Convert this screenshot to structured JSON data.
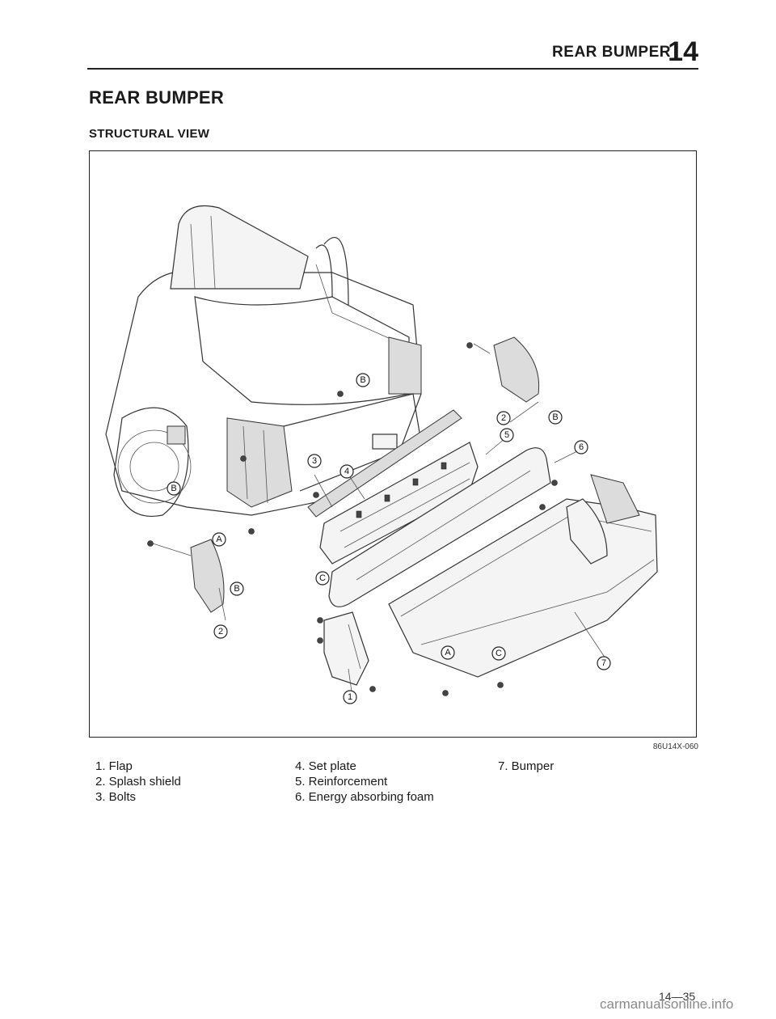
{
  "header": {
    "running_title": "REAR BUMPER",
    "chapter_number": "14"
  },
  "section": {
    "title": "REAR BUMPER",
    "subtitle": "STRUCTURAL VIEW"
  },
  "figure": {
    "code": "86U14X-060",
    "callouts": {
      "n1": "1",
      "n2": "2",
      "n3": "3",
      "n4": "4",
      "n5": "5",
      "n6": "6",
      "n7": "7",
      "A": "A",
      "B": "B",
      "C": "C"
    }
  },
  "legend": {
    "col1": [
      "1. Flap",
      "2. Splash shield",
      "3. Bolts"
    ],
    "col2": [
      "4. Set plate",
      "5. Reinforcement",
      "6. Energy absorbing foam"
    ],
    "col3": [
      "7. Bumper"
    ]
  },
  "footer": {
    "page_number": "14—35",
    "watermark": "carmanualsonline.info"
  }
}
